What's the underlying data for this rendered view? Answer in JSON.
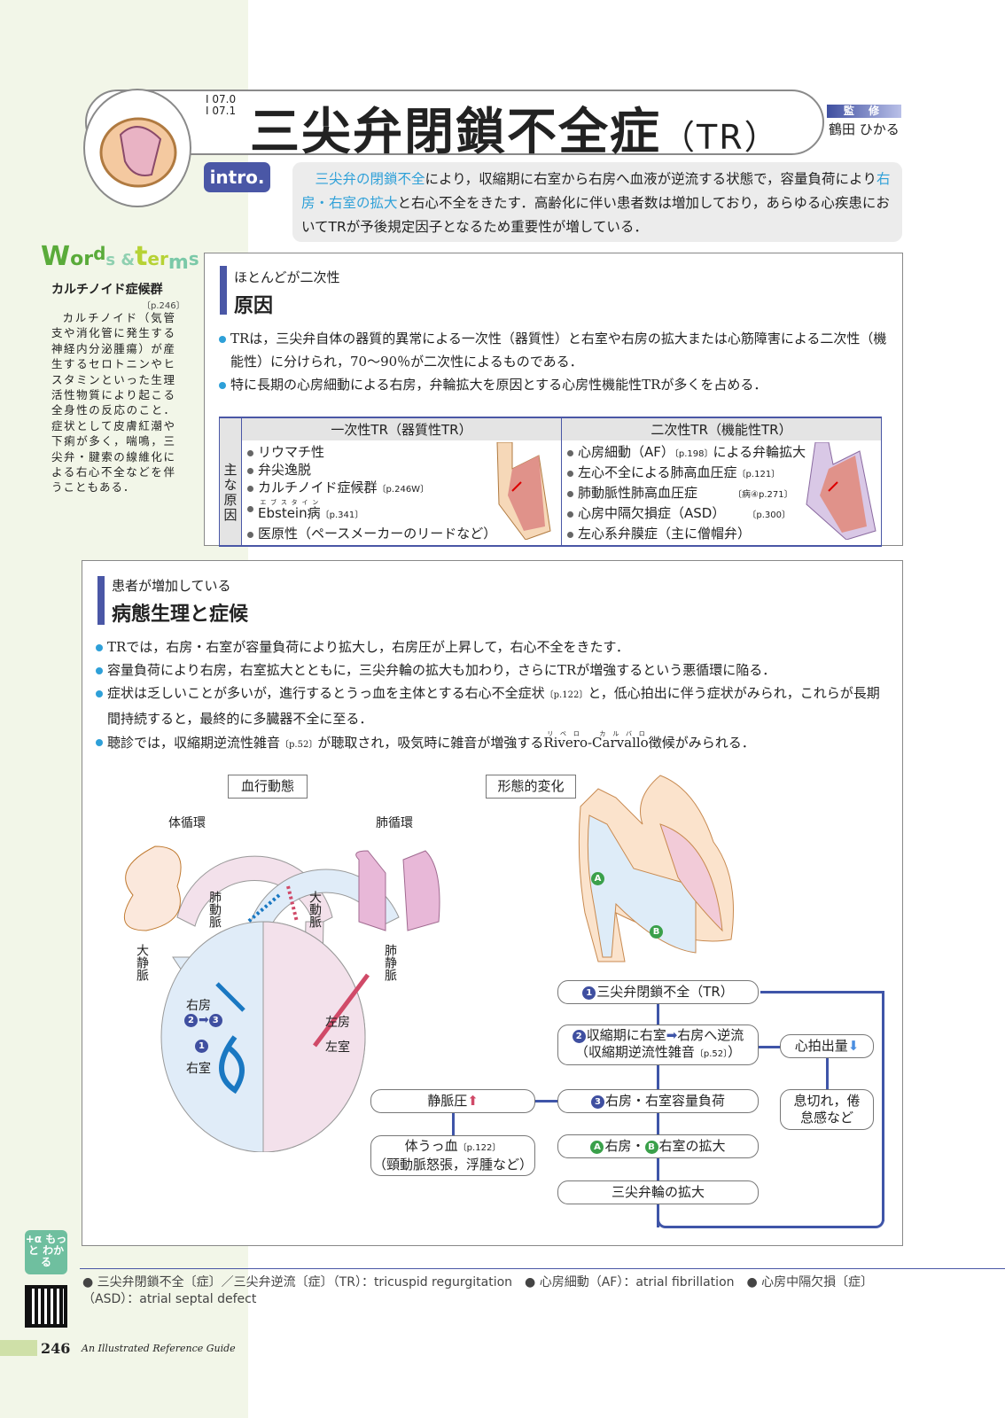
{
  "header": {
    "codes": [
      "I 07.0",
      "I 07.1"
    ],
    "title": "三尖弁閉鎖不全症",
    "title_abbr": "（TR）",
    "supervisor_label": "監 修",
    "supervisor_name": "鶴田 ひかる"
  },
  "intro": {
    "badge": "intro.",
    "seg1": "三尖弁の閉鎖不全",
    "seg2": "により，収縮期に右室から右房へ血液が逆流する状態で，容量負荷によ​り",
    "seg3": "右房・右室の拡大",
    "seg4": "と右心不全をきたす．高齢化に伴い患者数は増加しており，あらゆる心疾患においてTRが予後規定因子となるため重要性が増している．"
  },
  "words_terms": {
    "logo": "Words & terms",
    "term": "カルチノイド症候群",
    "ref": "〔p.246〕",
    "body": "カルチノイド（気管支や消化管に発生する神経内分泌腫瘍）が産生するセロトニンやヒスタミンといった生理活性物質により起こる全身性の反応のこと．症状として皮膚紅潮や下痢が多く，喘鳴，三尖弁・腱索の線維化による右心不全などを伴うこともある．"
  },
  "cause": {
    "subtitle": "ほとんどが二次性",
    "title": "原因",
    "bullets": [
      "TRは，三尖弁自体の器質的異常による一次性（器質性）と右室や右房の拡大または心筋障害による二次性（機能性）に分けられ，70～90％が二次性によるものである．",
      "特に長期の心房細動による右房，弁輪拡大を原因とする心房性機能性TRが多くを占める．"
    ],
    "table": {
      "row_label": "主な原因",
      "col1": "一次性TR（器質性TR）",
      "col2": "二次性TR（機能性TR）",
      "primary": [
        {
          "t": "リウマチ性",
          "r": ""
        },
        {
          "t": "弁尖逸脱",
          "r": ""
        },
        {
          "t": "カルチノイド症候群",
          "r": "〔p.246W〕"
        },
        {
          "t": "Ebstein病",
          "r": "〔p.341〕",
          "ruby": "エブスタイン"
        },
        {
          "t": "医原性（ペースメーカーのリードなど）",
          "r": ""
        }
      ],
      "secondary": [
        {
          "t": "心房細動（AF）",
          "r": "〔p.198〕",
          "t2": "による弁輪拡大"
        },
        {
          "t": "左心不全による肺高血圧症",
          "r": "〔p.121〕"
        },
        {
          "t": "肺動脈性肺高血圧症",
          "r": "〔病④p.271〕"
        },
        {
          "t": "心房中隔欠損症（ASD）",
          "r": "〔p.300〕"
        },
        {
          "t": "左心系弁膜症（主に僧帽弁）",
          "r": ""
        }
      ]
    }
  },
  "patho": {
    "subtitle": "患者が増加している",
    "title": "病態生理と症候",
    "b1": "TRでは，右房・右室が容量負荷により拡大し，右房圧が上昇して，右心不全をきたす．",
    "b2": "容量負荷により右房，右室拡大とともに，三尖弁輪の拡大も加わり，さらにTRが増強するという悪循環に陥る．",
    "b3a": "症状は乏しいことが多いが，進行するとうっ血を主体とする右心不全症状",
    "b3r": "〔p.122〕",
    "b3b": "と，低心拍出に伴う症状がみられ，これらが長期間持続すると，最終的に多臓器不全に至る．",
    "b4a": "聴診では，収縮期逆流性雑音",
    "b4r": "〔p.52〕",
    "b4b": "が聴取され，吸気時に雑音が増強する",
    "b4c": "Rivero-Carvallo",
    "b4ruby": "リベロ　カルバロ",
    "b4d": "徴候がみられる．"
  },
  "diagram": {
    "label_hemo": "血行動態",
    "label_morph": "形態的変化",
    "systemic": "体循環",
    "pulmonary": "肺循環",
    "pa": "肺動脈",
    "aorta": "大動脈",
    "vc": "大静脈",
    "pv": "肺静脈",
    "ra": "右房",
    "rv": "右室",
    "la": "左房",
    "lv": "左室",
    "n1": "1",
    "n2": "2",
    "n3": "3",
    "a": "A",
    "b": "B"
  },
  "flow": {
    "f1": "三尖弁閉鎖不全（TR）",
    "f2a": "収縮期に右室",
    "f2b": "右房へ逆流",
    "f2c": "（収縮期逆流性雑音",
    "f2r": "〔p.52〕",
    "f2d": "）",
    "f3": "右房・右室容量負荷",
    "f4a": "右房・",
    "f4b": "右室の拡大",
    "f5": "三尖弁輪の拡大",
    "co": "心拍出量",
    "sym": "息切れ，倦怠感など",
    "vp": "静脈圧",
    "cong": "体うっ血",
    "congr": "〔p.122〕",
    "cong2": "（頸動脈怒張，浮腫など）"
  },
  "footer": {
    "badge": "+α もっと わかる",
    "terms": "● 三尖弁閉鎖不全〔症〕／三尖弁逆流〔症〕（TR）：tricuspid regurgitation　● 心房細動（AF）：atrial fibrillation　● 心房中隔欠損〔症〕（ASD）：atrial septal defect",
    "page": "246",
    "book": "An Illustrated Reference Guide"
  },
  "colors": {
    "accent": "#4a57a6",
    "highlight": "#2ea0d8",
    "sidebar": "#f2f6e8"
  }
}
